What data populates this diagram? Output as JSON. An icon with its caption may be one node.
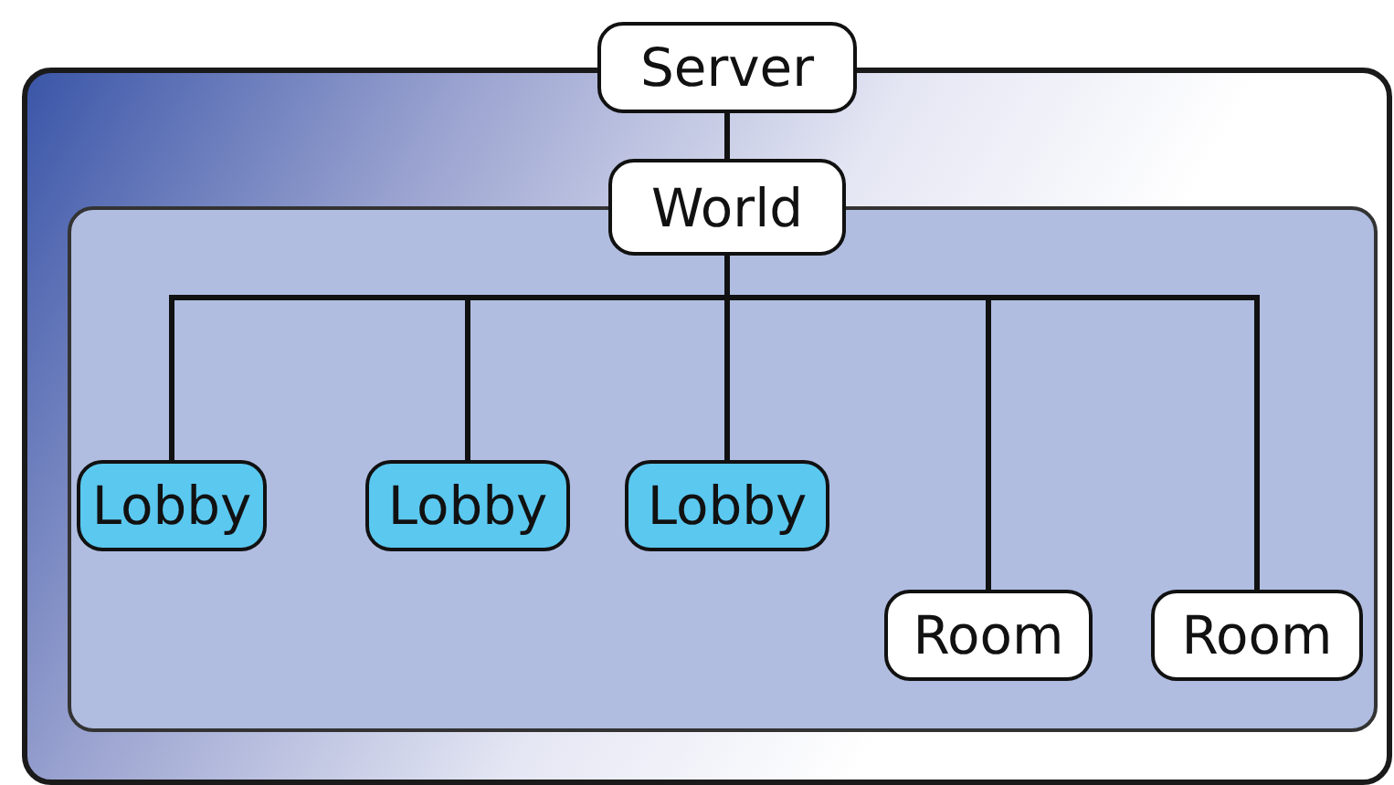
{
  "diagram": {
    "nodes": [
      {
        "text": [
          "Server"
        ]
      },
      {
        "text": [
          "World"
        ]
      },
      {
        "text": [
          "Lobby"
        ]
      },
      {
        "text": [
          "Lobby"
        ]
      },
      {
        "text": [
          "Lobby"
        ]
      },
      {
        "text": [
          "Room"
        ]
      },
      {
        "text": [
          "Room"
        ]
      }
    ],
    "edges": [
      {
        "from": 0,
        "to": 1,
        "arrow": "none"
      },
      {
        "from": 1,
        "to": 2,
        "arrow": "none"
      },
      {
        "from": 1,
        "to": 3,
        "arrow": "none"
      },
      {
        "from": 1,
        "to": 4,
        "arrow": "none"
      },
      {
        "from": 1,
        "to": 5,
        "arrow": "none"
      },
      {
        "from": 1,
        "to": 6,
        "arrow": "none"
      }
    ]
  }
}
